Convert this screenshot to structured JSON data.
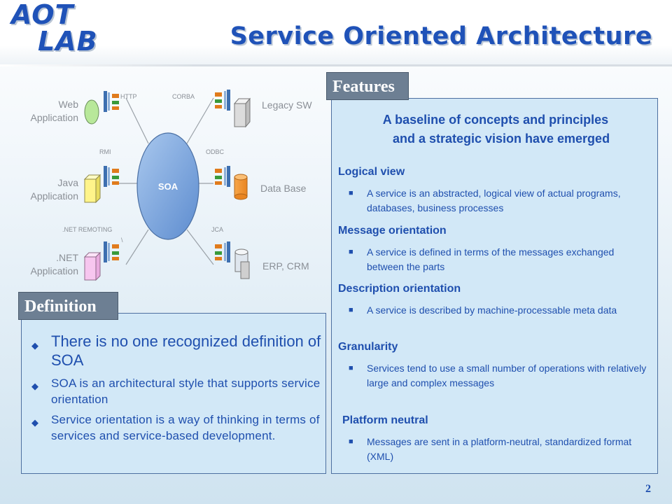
{
  "header": {
    "logo_line1": "AOT",
    "logo_line2": "LAB",
    "title": "Service Oriented Architecture"
  },
  "diagram": {
    "center_label": "SOA",
    "left_apps": [
      {
        "name_line1": "Web",
        "name_line2": "Application",
        "protocol": "HTTP",
        "color": "#b8e89a"
      },
      {
        "name_line1": "Java",
        "name_line2": "Application",
        "protocol": "RMI",
        "color": "#fff48a"
      },
      {
        "name_line1": ".NET",
        "name_line2": "Application",
        "protocol": ".NET REMOTING",
        "color": "#f7c6ef"
      }
    ],
    "right_systems": [
      {
        "name": "Legacy SW",
        "protocol": "CORBA"
      },
      {
        "name": "Data Base",
        "protocol": "ODBC"
      },
      {
        "name": "ERP, CRM",
        "protocol": "JCA"
      }
    ],
    "stray_mark": "\\"
  },
  "definition": {
    "tab": "Definition",
    "items": [
      "There is no one recognized definition of SOA",
      "SOA is an architectural style that supports service orientation",
      "Service orientation is a way of thinking in terms of services and service-based development."
    ]
  },
  "features": {
    "tab": "Features",
    "heading_line1": "A baseline of concepts and principles",
    "heading_line2": "and a strategic vision have emerged",
    "sections": [
      {
        "title": "Logical view",
        "text": "A service is an abstracted, logical view of actual programs, databases, business processes"
      },
      {
        "title": "Message orientation",
        "text": "A service is defined in terms of the messages exchanged between the parts"
      },
      {
        "title": "Description orientation",
        "text": "A service is described by machine-processable meta data"
      },
      {
        "title": "Granularity",
        "text": "Services tend to use a small number of operations with relatively large and complex messages"
      },
      {
        "title": "Platform neutral",
        "text": "Messages are sent in a platform-neutral, standardized format (XML)"
      }
    ]
  },
  "page_number": "2",
  "colors": {
    "title_blue": "#1f52b8",
    "text_blue": "#1f4fae",
    "panel_fill": "#d2e8f7",
    "tab_fill": "#6d7f93",
    "soa_ellipse": "#7fa8dc"
  }
}
